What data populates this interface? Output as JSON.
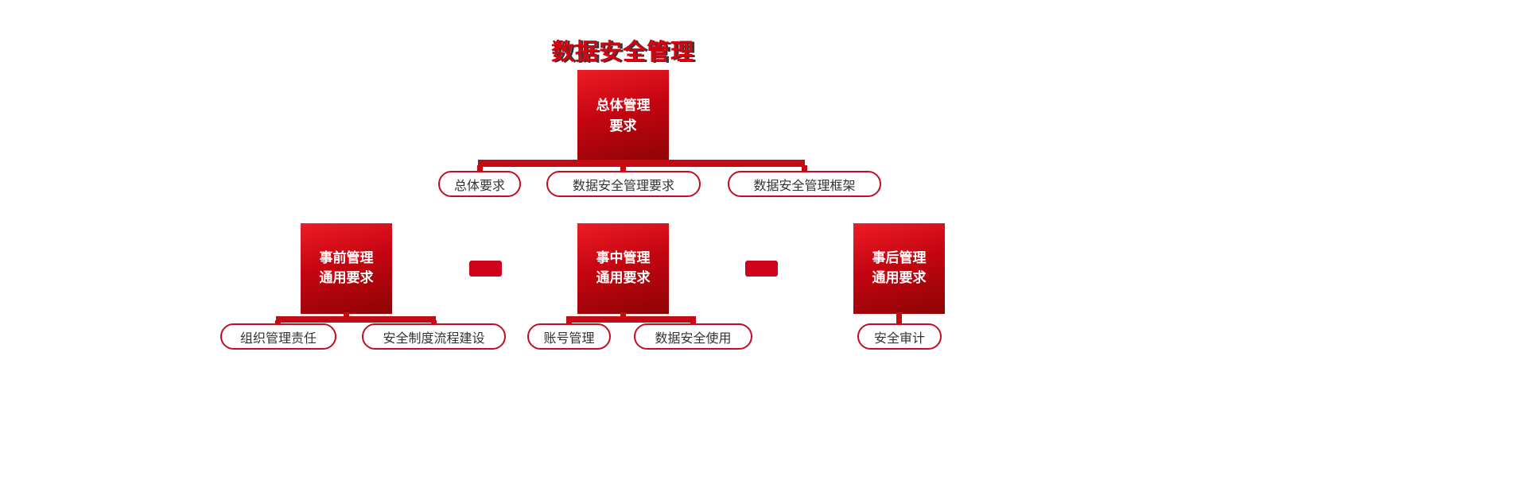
{
  "title": "数据安全管理",
  "nodes": {
    "top": {
      "line1": "总体管理",
      "line2": "要求"
    },
    "pre": {
      "line1": "事前管理",
      "line2": "通用要求"
    },
    "mid": {
      "line1": "事中管理",
      "line2": "通用要求"
    },
    "post": {
      "line1": "事后管理",
      "line2": "通用要求"
    }
  },
  "pills": {
    "top": [
      "总体要求",
      "数据安全管理要求",
      "数据安全管理框架"
    ],
    "pre": [
      "组织管理责任",
      "安全制度流程建设"
    ],
    "mid": [
      "账号管理",
      "数据安全使用"
    ],
    "post": [
      "安全审计"
    ]
  },
  "colors": {
    "title_red": "#d7000f",
    "box_gradient_start": "#ee1c25",
    "box_gradient_end": "#8d0404",
    "connector_red": "#c40b14",
    "pill_border": "#c30d23",
    "pill_text": "#333333",
    "background": "#ffffff"
  }
}
